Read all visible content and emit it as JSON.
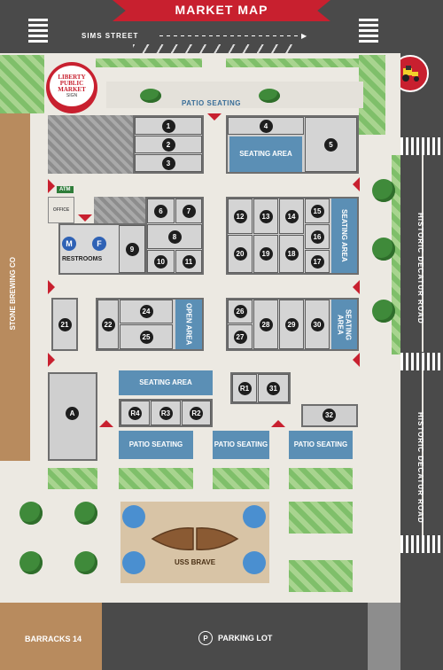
{
  "title": "MARKET MAP",
  "streets": {
    "top": "SIMS STREET",
    "right_upper": "HISTORIC DECATUR ROAD",
    "right_lower": "HISTORIC DECATUR ROAD",
    "left": "STONE BREWING CO"
  },
  "logo": {
    "line1": "LIBERTY",
    "line2": "PUBLIC",
    "line3": "MARKET",
    "line4": "SIGN"
  },
  "patio_seating_top": "PATIO SEATING",
  "labels": {
    "atm": "ATM",
    "office": "OFFICE",
    "restrooms": "RESTROOMS",
    "m": "M",
    "f": "F",
    "seating_area": "SEATING AREA",
    "seating_area_vertical": "SEATING AREA",
    "open_area": "OPEN AREA",
    "patio_seating": "PATIO SEATING",
    "uss_brave": "USS BRAVE",
    "barracks": "BARRACKS 14",
    "parking": "PARKING LOT",
    "parking_icon": "P"
  },
  "stalls": {
    "s1": "1",
    "s2": "2",
    "s3": "3",
    "s4": "4",
    "s5": "5",
    "s6": "6",
    "s7": "7",
    "s8": "8",
    "s9": "9",
    "s10": "10",
    "s11": "11",
    "s12": "12",
    "s13": "13",
    "s14": "14",
    "s15": "15",
    "s16": "16",
    "s17": "17",
    "s18": "18",
    "s19": "19",
    "s20": "20",
    "s21": "21",
    "s22": "22",
    "s24": "24",
    "s25": "25",
    "s26": "26",
    "s27": "27",
    "s28": "28",
    "s29": "29",
    "s30": "30",
    "s31": "31",
    "s32": "32",
    "sA": "A",
    "sR1": "R1",
    "sR2": "R2",
    "sR3": "R3",
    "sR4": "R4"
  },
  "colors": {
    "banner": "#c8202f",
    "seating": "#5b8fb5",
    "road": "#4a4a4a"
  },
  "icons": [
    "tractor-icon",
    "parking-icon",
    "entrance-marker-icon",
    "tree-icon",
    "boat-icon"
  ]
}
